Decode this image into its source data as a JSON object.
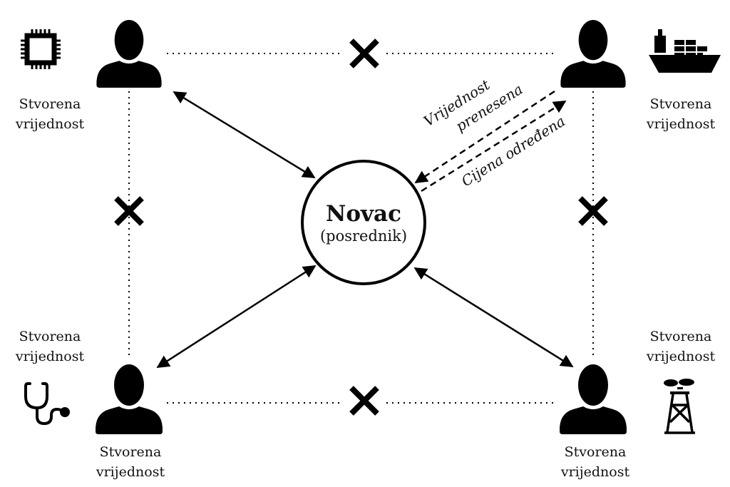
{
  "diagram": {
    "center": {
      "title": "Novac",
      "subtitle": "(posrednik)"
    },
    "nodes": [
      {
        "id": "top-left",
        "caption_line1": "Stvorena",
        "caption_line2": "vrijednost",
        "icon": "microchip-icon"
      },
      {
        "id": "top-right",
        "caption_line1": "Stvorena",
        "caption_line2": "vrijednost",
        "icon": "cargo-ship-icon"
      },
      {
        "id": "bottom-left",
        "caption_line1": "Stvorena",
        "caption_line2": "vrijednost",
        "icon": "stethoscope-icon"
      },
      {
        "id": "bottom-right",
        "caption_line1": "Stvorena",
        "caption_line2": "vrijednost",
        "icon": "oil-derrick-icon"
      },
      {
        "id": "bottom-left-person",
        "caption_line1": "Stvorena",
        "caption_line2": "vrijednost"
      },
      {
        "id": "bottom-right-person",
        "caption_line1": "Stvorena",
        "caption_line2": "vrijednost"
      }
    ],
    "flows": {
      "value_line1": "Vrijednost",
      "value_line2": "prenesena",
      "price": "Cijena određena"
    },
    "blocked_links": [
      "top",
      "left",
      "right",
      "bottom"
    ],
    "colors": {
      "ink": "#000000",
      "background": "#ffffff"
    }
  }
}
